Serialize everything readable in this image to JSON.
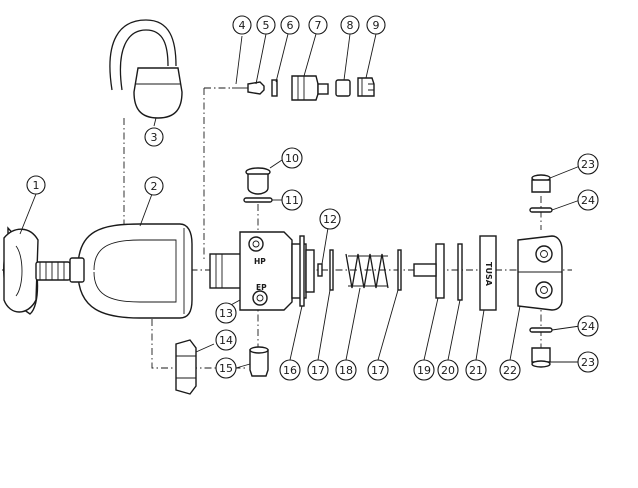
{
  "diagram": {
    "callouts": [
      "1",
      "2",
      "3",
      "4",
      "5",
      "6",
      "7",
      "8",
      "9",
      "10",
      "11",
      "12",
      "13",
      "14",
      "15",
      "16",
      "17",
      "18",
      "17",
      "19",
      "20",
      "21",
      "22",
      "23",
      "24",
      "24",
      "23"
    ],
    "stamps": {
      "high_pressure": "HP",
      "exhaust_port": "EP"
    },
    "brand_mark": "TUSA"
  },
  "colors": {
    "ink": "#1a1a1a",
    "paper": "#ffffff"
  }
}
